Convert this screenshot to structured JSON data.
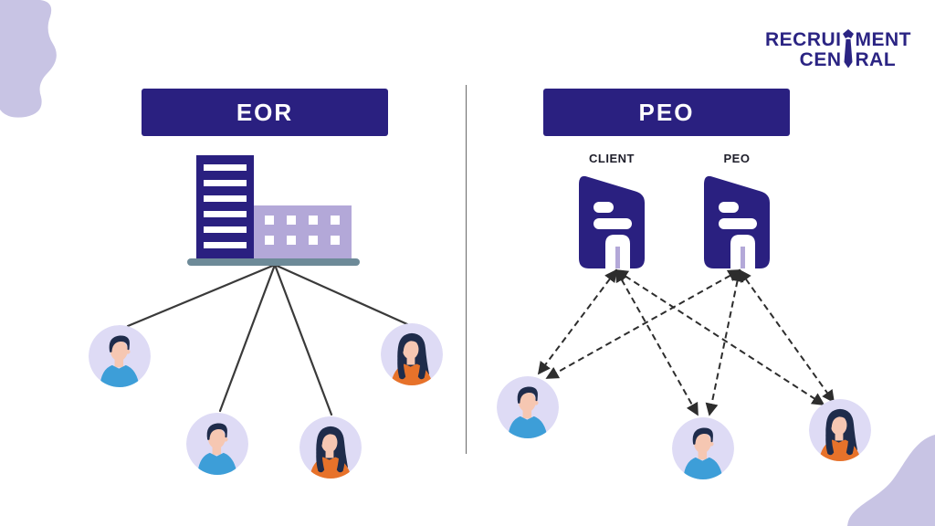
{
  "logo": {
    "line1_left": "RECRUI",
    "line1_right": "MENT",
    "line2_left": "CEN",
    "line2_right": "RAL"
  },
  "left_panel": {
    "header_label": "EOR",
    "connection_style": "solid-lines",
    "workers": [
      {
        "variant": "male-blue-shirt"
      },
      {
        "variant": "male-blue-shirt"
      },
      {
        "variant": "female-orange-shirt"
      },
      {
        "variant": "female-orange-shirt"
      }
    ]
  },
  "right_panel": {
    "header_label": "PEO",
    "connection_style": "dashed-double-arrows",
    "building_labels": [
      "CLIENT",
      "PEO"
    ],
    "workers": [
      {
        "variant": "male-blue-shirt"
      },
      {
        "variant": "male-blue-shirt"
      },
      {
        "variant": "female-orange-shirt"
      }
    ]
  },
  "colors": {
    "navy": "#2a2080",
    "lavender": "#b3a8d8",
    "base_bar": "#6d8a98",
    "avatar_bg": "#dedbf5",
    "skin": "#f6c7b2",
    "hair": "#1f2c4b",
    "shirt_blue": "#3d9ed8",
    "shirt_orange": "#e7722a",
    "blob": "#c8c4e4",
    "logo_navy": "#2b2483"
  }
}
